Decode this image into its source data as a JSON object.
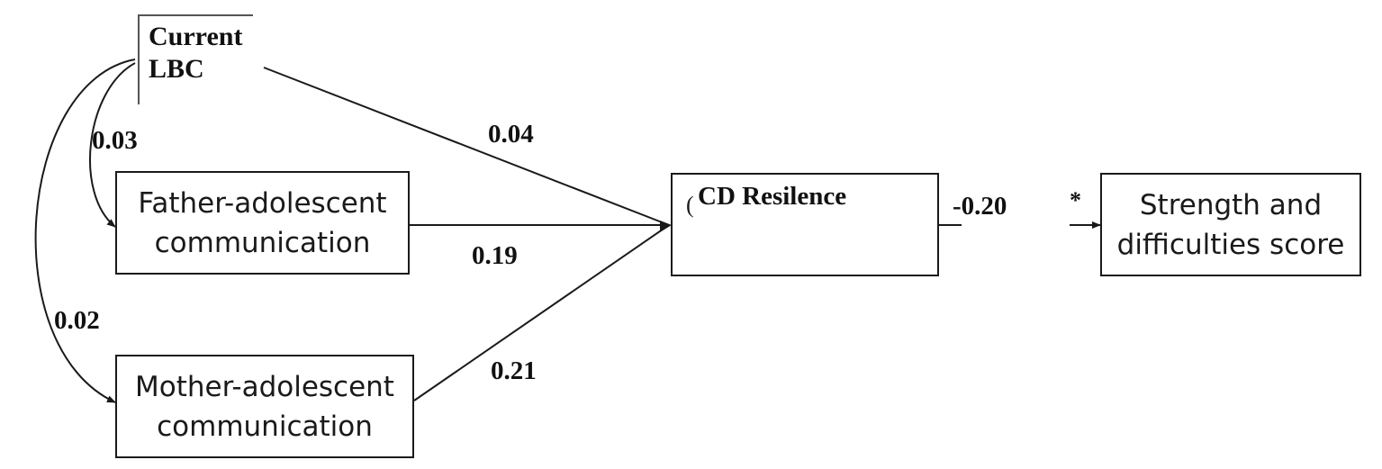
{
  "nodes": {
    "lbc": {
      "line1": "Current",
      "line2": "LBC"
    },
    "father": {
      "line1": "Father-adolescent",
      "line2": "communication"
    },
    "mother": {
      "line1": "Mother-adolescent",
      "line2": "communication"
    },
    "resilience": {
      "label": "CD Resilence"
    },
    "sdq": {
      "line1": "Strength and",
      "line2": "difficulties score"
    }
  },
  "coefficients": {
    "lbc_to_father": "0.03",
    "lbc_to_mother": "0.02",
    "lbc_to_resilience": "0.04",
    "father_to_resilience": "0.19",
    "mother_to_resilience": "0.21",
    "resilience_to_sdq": "-0.20",
    "resilience_to_sdq_sig": "*"
  },
  "colors": {
    "line": "#1a1a1a",
    "text": "#111111",
    "background": "#ffffff"
  }
}
